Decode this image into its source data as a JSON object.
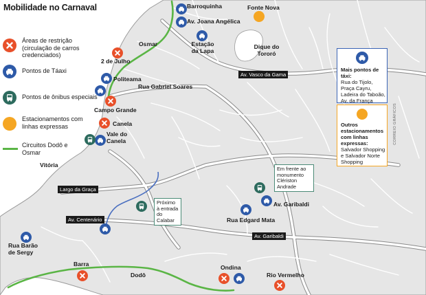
{
  "title": "Mobilidade no Carnaval",
  "legend": [
    {
      "type": "restriction",
      "icon": "x-icon",
      "text": "Áreas de restrição (circulação de carros credenciados)"
    },
    {
      "type": "taxi",
      "icon": "taxi-icon",
      "text": "Pontos de Táaxi"
    },
    {
      "type": "bus",
      "icon": "bus-icon",
      "text": "Pontos de ônibus especiais"
    },
    {
      "type": "parking",
      "icon": "parking-dot-icon",
      "text": "Estacionamentos com linhas expressas"
    },
    {
      "type": "circuit",
      "icon": "green-line-icon",
      "text": "Circuitos Dodô e Osmar"
    }
  ],
  "places": {
    "barroquinha": "Barroquinha",
    "joana_angelica": "Av. Joana Angélica",
    "fonte_nova": "Fonte Nova",
    "osmar": "Osmar",
    "dois_de_julho": "2 de Julho",
    "estacao_lapa": "Estação da Lapa",
    "dique": "Dique do Tororó",
    "politeama": "Politeama",
    "campo_grande": "Campo Grande",
    "canela": "Canela",
    "vale_canela": "Vale do Canela",
    "vitoria": "Vitória",
    "av_garibaldi_pin": "Av. Garibaldi",
    "edgard_mata": "Rua Edgard Mata",
    "barao_sergy": "Rua Barão de Sergy",
    "barra": "Barra",
    "dodo": "Dodô",
    "ondina": "Ondina",
    "rio_vermelho": "Rio Vermelho"
  },
  "streets": {
    "vasco_gama": "Av. Vasco da Gama",
    "gabriel_soares": "Rua Gabriel Soares",
    "largo_graca": "Largo da Graça",
    "centenario": "Av. Centenário",
    "garibaldi": "Av. Garibaldi"
  },
  "callouts": {
    "cleriston": "Em frente ao monumento Clériston Andrade",
    "calabar": "Próximo à entrada do Calabar"
  },
  "info_taxi": {
    "title": "Mais pontos de táxi:",
    "lines": [
      "Rua do Tijolo,",
      "Praça Cayru,",
      "Ladeira do Taboão,",
      "Av. da França"
    ]
  },
  "info_parking": {
    "title": "Outros estacionamentos com linhas expressas:",
    "text": "Salvador Shopping e Salvador Norte Shopping"
  },
  "credit": "CORREIO GRÁFICOS",
  "colors": {
    "taxi": "#2e5aa8",
    "bus": "#2d6b5e",
    "restriction": "#e8502a",
    "parking": "#f5a623",
    "circuit": "#5ab545",
    "sea": "#ffffff",
    "land": "#e6e6e6",
    "road": "#ffffff",
    "road_outline": "#8a8a8a"
  }
}
